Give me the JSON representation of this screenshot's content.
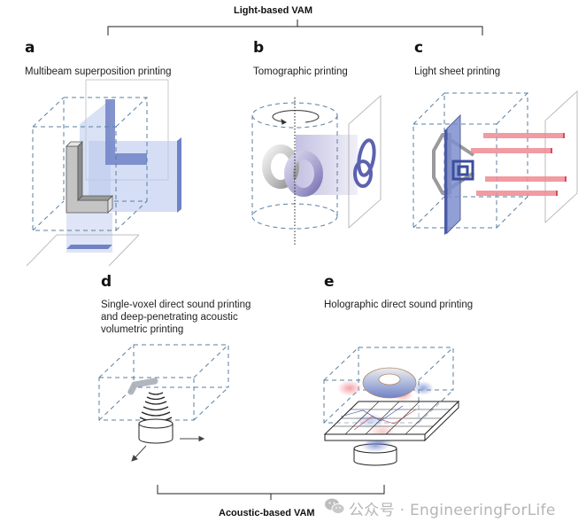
{
  "figure": {
    "top_group_label": "Light-based VAM",
    "bottom_group_label": "Acoustic-based VAM",
    "panels": [
      {
        "letter": "a",
        "title": "Multibeam superposition printing"
      },
      {
        "letter": "b",
        "title": "Tomographic printing"
      },
      {
        "letter": "c",
        "title": "Light sheet printing"
      },
      {
        "letter": "d",
        "title_lines": [
          "Single-voxel direct sound printing",
          "and deep-penetrating acoustic",
          "volumetric printing"
        ]
      },
      {
        "letter": "e",
        "title": "Holographic direct sound printing"
      }
    ],
    "colors": {
      "dashed_box": "#5a7fa0",
      "light_blue": "#b9c8ec",
      "blue_projection": "#6f82c6",
      "gray_object": "#bdbdbd",
      "red_beam": "#f08a92",
      "pressure_red": "#f2a0a8",
      "pressure_blue": "#8fa3da"
    }
  },
  "watermark": {
    "icon": "wechat-icon",
    "text": "公众号 · EngineeringForLife"
  }
}
